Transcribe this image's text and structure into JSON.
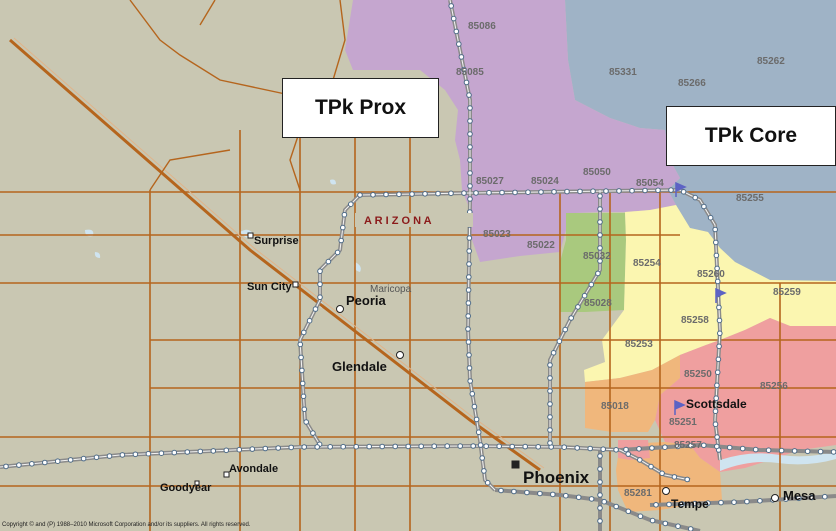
{
  "callouts": {
    "prox": "TPk Prox",
    "core": "TPk Core"
  },
  "state_label": "A R I Z O N A",
  "county_label": "Maricopa",
  "cities": {
    "surprise": "Surprise",
    "sun_city": "Sun City",
    "peoria": "Peoria",
    "glendale": "Glendale",
    "avondale": "Avondale",
    "goodyear": "Goodyear",
    "phoenix": "Phoenix",
    "scottsdale": "Scottsdale",
    "tempe": "Tempe",
    "mesa": "Mesa"
  },
  "zips": {
    "z85086": "85086",
    "z85085": "85085",
    "z85331": "85331",
    "z85266": "85266",
    "z85262": "85262",
    "z85027": "85027",
    "z85024": "85024",
    "z85050": "85050",
    "z85054": "85054",
    "z85255": "85255",
    "z85023": "85023",
    "z85022": "85022",
    "z85032": "85032",
    "z85254": "85254",
    "z85260": "85260",
    "z85259": "85259",
    "z85028": "85028",
    "z85258": "85258",
    "z85253": "85253",
    "z85250": "85250",
    "z85256": "85256",
    "z85018": "85018",
    "z85251": "85251",
    "z85257": "85257",
    "z85281": "85281"
  },
  "copyright": "Copyright © and (P) 1988–2010 Microsoft Corporation and/or its suppliers. All rights reserved.",
  "colors": {
    "base": "#c9c7b2",
    "purple_zone": "#c5a6cf",
    "blue_zone": "#9fb3c6",
    "green_zone": "#a9c97e",
    "yellow_zone": "#fbf6b0",
    "pink_zone": "#ef9f9f",
    "orange_zone": "#f0b77c",
    "road": "#b5651d",
    "freeway": "#8a8a8a",
    "water": "#cfe4f0"
  },
  "icons": [
    "flag-icon",
    "flag-icon",
    "flag-icon"
  ]
}
